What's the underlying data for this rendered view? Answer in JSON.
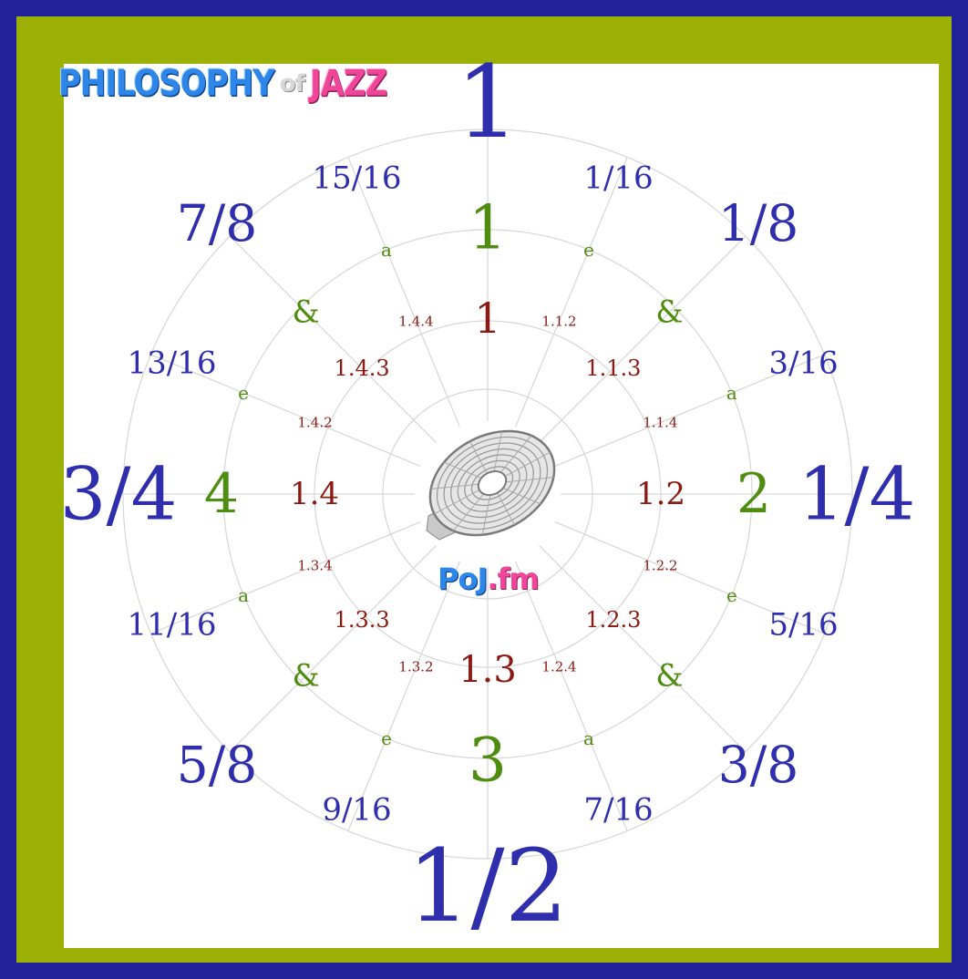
{
  "logo": {
    "part1": "PHILOSOPHY",
    "part2": "of",
    "part3": "JAZZ"
  },
  "center_logo": {
    "part1": "PoJ",
    "part2": ".fm"
  },
  "colors": {
    "outer_border": "#21219a",
    "frame": "#9bb106",
    "fraction": "#2f2ead",
    "beat": "#4f8d10",
    "subdivision": "#8b1a12",
    "ring": "#d6d6d6"
  },
  "icons": {
    "center": "gramophone-horn-icon"
  },
  "labels": {
    "outer": [
      "1",
      "1/16",
      "1/8",
      "3/16",
      "1/4",
      "5/16",
      "3/8",
      "7/16",
      "1/2",
      "9/16",
      "5/8",
      "11/16",
      "3/4",
      "13/16",
      "7/8",
      "15/16"
    ],
    "middle": [
      "1",
      "e",
      "&",
      "a",
      "2",
      "e",
      "&",
      "a",
      "3",
      "e",
      "&",
      "a",
      "4",
      "e",
      "&",
      "a"
    ],
    "inner": [
      "1",
      "1.1.2",
      "1.1.3",
      "1.1.4",
      "1.2",
      "1.2.2",
      "1.2.3",
      "1.2.4",
      "1.3",
      "1.3.2",
      "1.3.3",
      "1.3.4",
      "1.4",
      "1.4.2",
      "1.4.3",
      "1.4.4"
    ]
  }
}
